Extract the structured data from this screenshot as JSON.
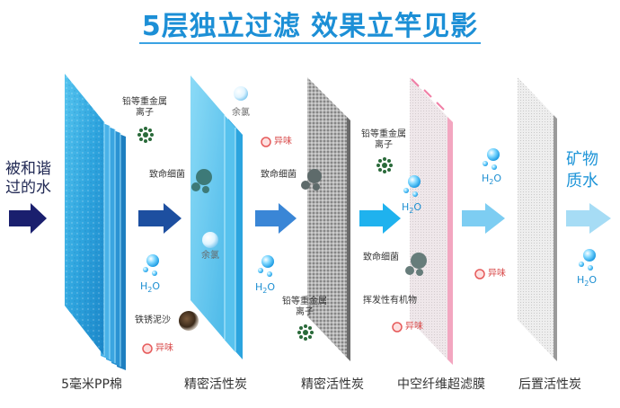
{
  "title": "5层独立过滤 效果立竿见影",
  "input_label": [
    "被和谐",
    "过的水"
  ],
  "output_label": [
    "矿物",
    "质水"
  ],
  "layers": [
    {
      "label": "5毫米PP棉"
    },
    {
      "label": "精密活性炭"
    },
    {
      "label": "精密活性炭"
    },
    {
      "label": "中空纤维超滤膜"
    },
    {
      "label": "后置活性炭"
    }
  ],
  "contaminants": {
    "heavy_metal": [
      "铅等重金属",
      "离子"
    ],
    "bacteria": "致命细菌",
    "chlorine": "余氯",
    "odor": "异味",
    "rust": "铁锈泥沙",
    "voc": "挥发性有机物",
    "water": "H",
    "water_sub": "2",
    "water_end": "O"
  },
  "colors": {
    "title": "#1c8fd6",
    "pp_panel": "#2ea8e0",
    "carbon_panel": "#4dc3ee",
    "mesh_panel": "#a9a9a9",
    "membrane_edge": "#f3a6c0",
    "arrow_dark": "#1a1f6e",
    "arrow_light": "#8fd3f2"
  }
}
